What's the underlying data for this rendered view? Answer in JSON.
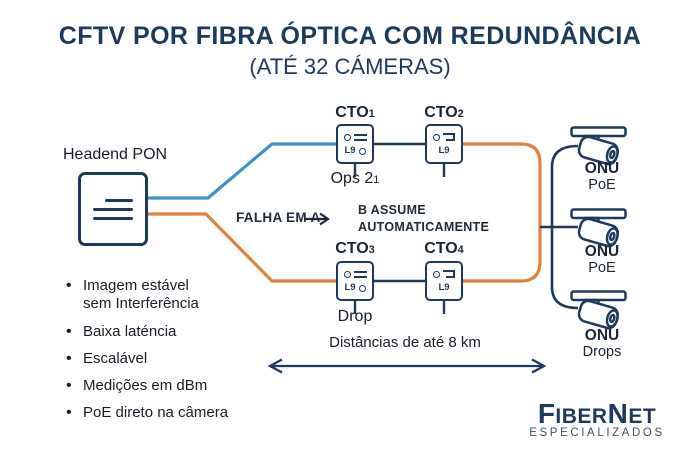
{
  "header": {
    "title": "CFTV POR FIBRA ÓPTICA COM REDUNDÂNCIA",
    "subtitle": "(ATÉ 32 CÁMERAS)"
  },
  "colors": {
    "navy": "#1d3a5c",
    "blue_fiber": "#3d92c5",
    "orange_fiber": "#e0813f",
    "text": "#161d26",
    "tagline_gray": "#44515f"
  },
  "headend": {
    "label": "Headend PON"
  },
  "cto_units": [
    {
      "name": "CTO",
      "index": "1",
      "icon": "splitter-icon",
      "icon_text": "L9",
      "drop_label": "Ops 2",
      "drop_sub": "1"
    },
    {
      "name": "CTO",
      "index": "2",
      "icon": "loop-icon",
      "icon_text": "L9",
      "drop_label": "",
      "drop_sub": ""
    },
    {
      "name": "CTO",
      "index": "3",
      "icon": "splitter-icon",
      "icon_text": "L9",
      "drop_label": "Drop",
      "drop_sub": ""
    },
    {
      "name": "CTO",
      "index": "4",
      "icon": "loop-icon",
      "icon_text": "L9",
      "drop_label": "",
      "drop_sub": ""
    }
  ],
  "failover": {
    "label": "FALHA EM A",
    "line1": "B ASSUME",
    "line2": "AUTOMATICAMENTE"
  },
  "onus": [
    {
      "line1": "ONU",
      "line2": "PoE"
    },
    {
      "line1": "ONU",
      "line2": "PoE"
    },
    {
      "line1": "ONU",
      "line2": "Drops"
    }
  ],
  "distance": {
    "label": "Distâncias de até 8 km"
  },
  "benefits": [
    "Imagem estável\nsem Interferência",
    "Baixa laténcia",
    "Escalável",
    "Medições em dBm",
    "PoE direto na câmera"
  ],
  "logo": {
    "part1": "F",
    "part2": "IBER",
    "part3": "N",
    "part4": "ET",
    "tagline": "ESPECIALIZADOS"
  }
}
